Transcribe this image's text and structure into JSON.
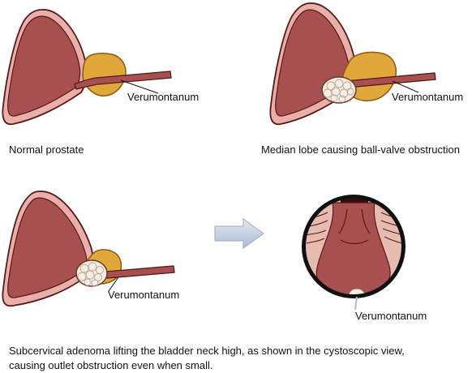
{
  "panels": {
    "normal": {
      "label": "Verumontanum",
      "caption": "Normal prostate"
    },
    "median_lobe": {
      "label": "Verumontanum",
      "caption": "Median lobe causing ball-valve obstruction"
    },
    "subcervical": {
      "label": "Verumontanum"
    },
    "cystoscopic": {
      "label": "Verumontanum"
    }
  },
  "arrow": {
    "icon": "right-arrow-icon"
  },
  "bottom_caption": {
    "line1": "Subcervical adenoma lifting the bladder neck high, as shown in the cystoscopic view,",
    "line2": "causing outlet obstruction even when small."
  },
  "colors": {
    "bladder_fill": "#a85050",
    "bladder_wall": "#e8b0a8",
    "outline": "#5a1818",
    "prostate_fill": "#e0a83a",
    "prostate_outline": "#8a5a12",
    "adenoma_fill": "#f4ede4",
    "arrow_fill": "#c6d3e6"
  }
}
